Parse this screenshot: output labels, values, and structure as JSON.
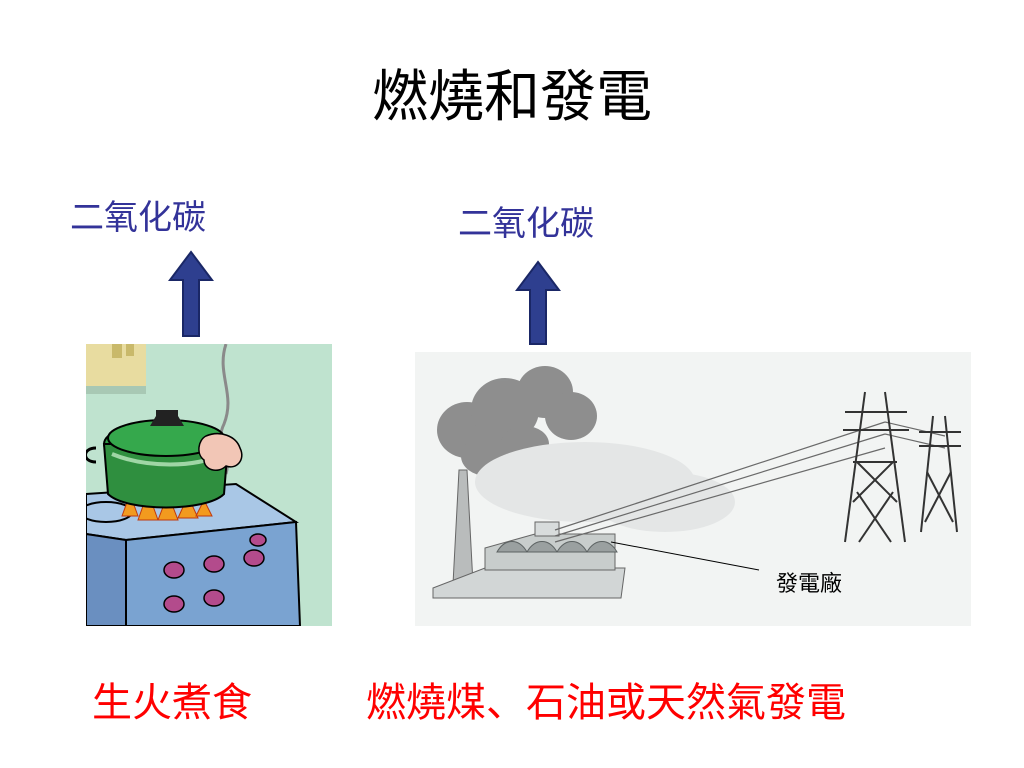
{
  "title": "燃燒和發電",
  "left": {
    "emission_label": "二氧化碳",
    "caption": "生火煮食"
  },
  "right": {
    "emission_label": "二氧化碳",
    "caption": "燃燒煤、石油或天然氣發電",
    "plant_label": "發電廠"
  },
  "colors": {
    "emission_text": "#333399",
    "caption_text": "#ff0000",
    "arrow": "#2e3f8f"
  }
}
